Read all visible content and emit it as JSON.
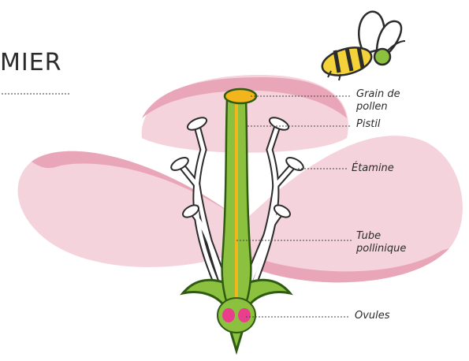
{
  "heading": "MIER",
  "labels": {
    "grain": [
      "Grain de",
      "pollen"
    ],
    "pistil": "Pistil",
    "etamine": "Étamine",
    "tube": [
      "Tube",
      "pollinique"
    ],
    "ovules": "Ovules"
  },
  "colors": {
    "petal": "#f5d3dc",
    "petal_edge": "#e7a1b4",
    "pistil": "#8cc03f",
    "pistil_dark": "#2f5a12",
    "pollen_tube": "#f2b51c",
    "stamen": "#ffffff",
    "outline": "#2b2b2b",
    "ovule": "#e83e8c",
    "bee_yellow": "#f3d23a"
  }
}
